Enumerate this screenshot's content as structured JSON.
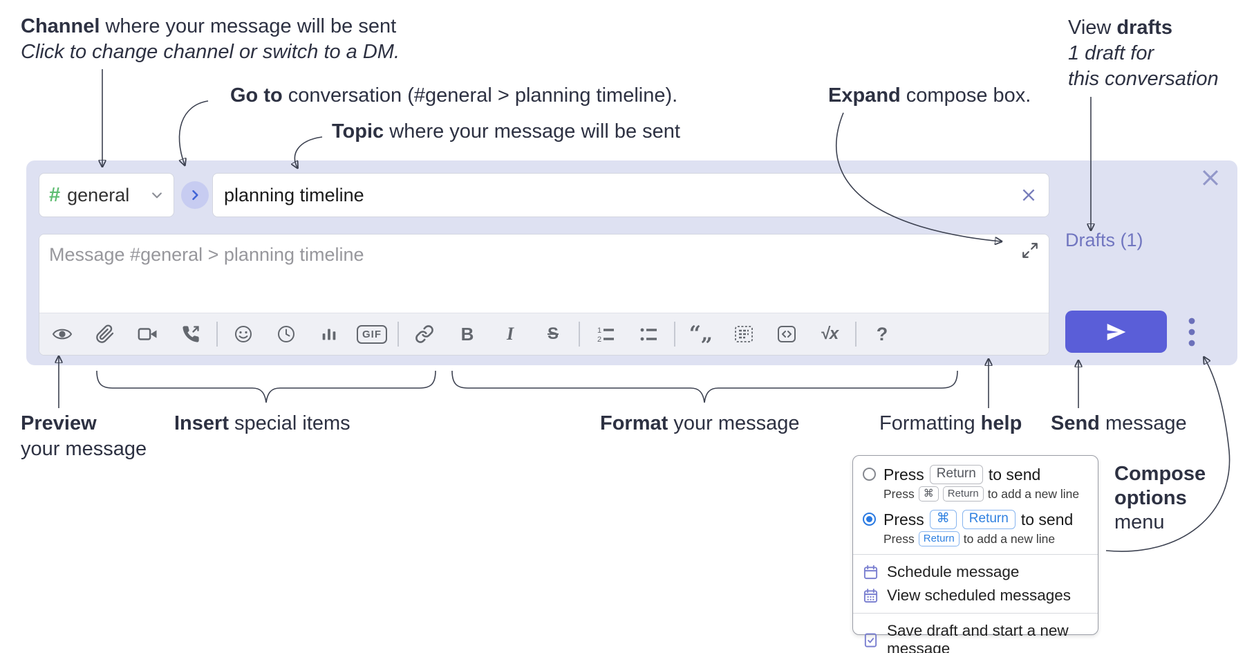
{
  "annotations": {
    "channel": {
      "bold": "Channel",
      "rest": " where your message will be sent",
      "sub": "Click to change channel or switch to a DM."
    },
    "goto": {
      "bold": "Go to",
      "rest": " conversation (#general > planning timeline)."
    },
    "topic": {
      "bold": "Topic",
      "rest": " where your message will be sent"
    },
    "expand": {
      "bold": "Expand",
      "rest": " compose box."
    },
    "view_drafts": {
      "line1_pre": "View ",
      "line1_bold": "drafts",
      "line2": "1 draft for",
      "line3": "this conversation"
    },
    "preview": {
      "bold": "Preview",
      "line2": "your message"
    },
    "insert": {
      "bold": "Insert",
      "rest": " special items"
    },
    "format": {
      "bold": "Format",
      "rest": " your message"
    },
    "formatting_help": {
      "pre": "Formatting ",
      "bold": "help"
    },
    "send": {
      "bold": "Send",
      "rest": " message"
    },
    "compose_options": {
      "line1": "Compose",
      "line2": "options",
      "line3": "menu"
    }
  },
  "compose": {
    "hash_glyph": "#",
    "channel_name": "general",
    "topic_value": "planning timeline",
    "message_placeholder": "Message #general > planning timeline",
    "drafts_link": "Drafts (1)",
    "toolbar_glyphs": {
      "bold": "B",
      "italic": "I",
      "strikethrough": "S",
      "gif": "GIF",
      "quote_open": "“",
      "quote_close": "„",
      "math": "√x",
      "help": "?"
    }
  },
  "menu": {
    "option_enter": {
      "press": "Press",
      "key": "Return",
      "suffix": "to send",
      "sub_press": "Press",
      "sub_key1": "⌘",
      "sub_key2": "Return",
      "sub_suffix": "to add a new line"
    },
    "option_cmd_enter": {
      "press": "Press",
      "key1": "⌘",
      "key2": "Return",
      "suffix": "to send",
      "sub_press": "Press",
      "sub_key": "Return",
      "sub_suffix": "to add a new line"
    },
    "items": [
      "Schedule message",
      "View scheduled messages",
      "Save draft and start a new message"
    ]
  },
  "colors": {
    "compose_bg": "#dee1f2",
    "hash_green": "#5fbd72",
    "send_button": "#5a5ed8",
    "drafts_link": "#7176c0",
    "key_blue": "#2f80e0",
    "radio_blue": "#2a7ae2",
    "menu_icon_purple": "#7a7fd0"
  }
}
